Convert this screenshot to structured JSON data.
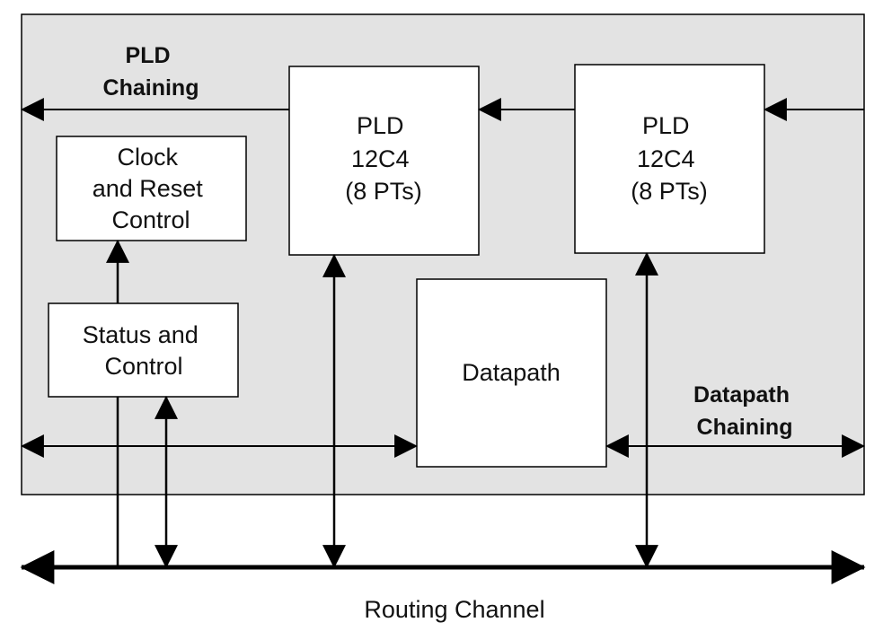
{
  "diagram": {
    "section_labels": {
      "pld_chaining": [
        "PLD",
        "Chaining"
      ],
      "datapath_chaining": [
        "Datapath",
        "Chaining"
      ]
    },
    "blocks": {
      "clock_reset": [
        "Clock",
        "and Reset",
        "Control"
      ],
      "status_control": [
        "Status and",
        "Control"
      ],
      "pld_left": [
        "PLD",
        "12C4",
        "(8 PTs)"
      ],
      "pld_right": [
        "PLD",
        "12C4",
        "(8 PTs)"
      ],
      "datapath": [
        "Datapath"
      ]
    },
    "routing_channel_label": "Routing Channel",
    "colors": {
      "panel_fill": "#e3e3e3",
      "line": "#000000",
      "block_fill": "#ffffff"
    }
  }
}
